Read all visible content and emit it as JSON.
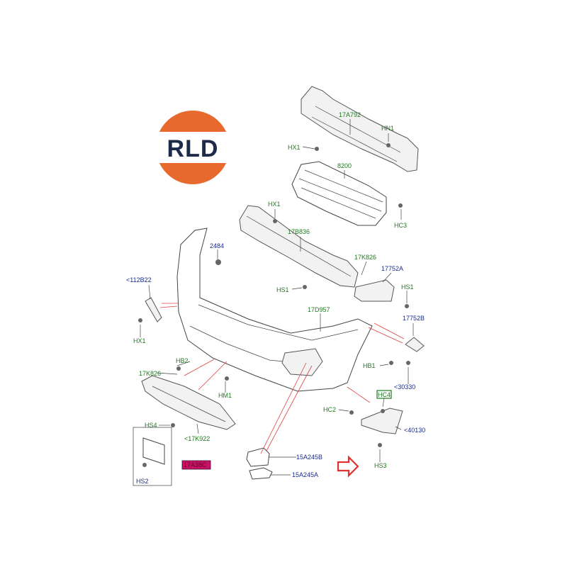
{
  "logo": {
    "text": "RLD",
    "ring_color": "#e8692e",
    "text_color": "#1e2a4a"
  },
  "labels": {
    "l17A792": "17A792",
    "lHN1": "HN1",
    "lHX1a": "HX1",
    "l8200": "8200",
    "lHC3": "HC3",
    "lHX1b": "HX1",
    "l17B836": "17B836",
    "l2484": "2484",
    "l17K826a": "17K826",
    "l17752A": "17752A",
    "lHS1a": "HS1",
    "lHS1b": "HS1",
    "l112B22": "<112B22",
    "l17D957": "17D957",
    "l17752B": "17752B",
    "lHX1c": "HX1",
    "lHB2": "HB2",
    "lHB1": "HB1",
    "l17K826b": "17K826",
    "l30330": "<30330",
    "lHM1": "HM1",
    "lHC4": "HC4",
    "lHC2": "HC2",
    "lHS4": "HS4",
    "l17K922": "<17K922",
    "l40130": "<40130",
    "l17A38C": "17A38C",
    "l15A245B": "15A245B",
    "lHS3": "HS3",
    "lHS2": "HS2",
    "l15A245A": "15A245A"
  },
  "colors": {
    "green_label": "#1f7a1f",
    "blue_label": "#1a2b8c",
    "highlight": "#cc1166",
    "arrow": "#e03030"
  }
}
